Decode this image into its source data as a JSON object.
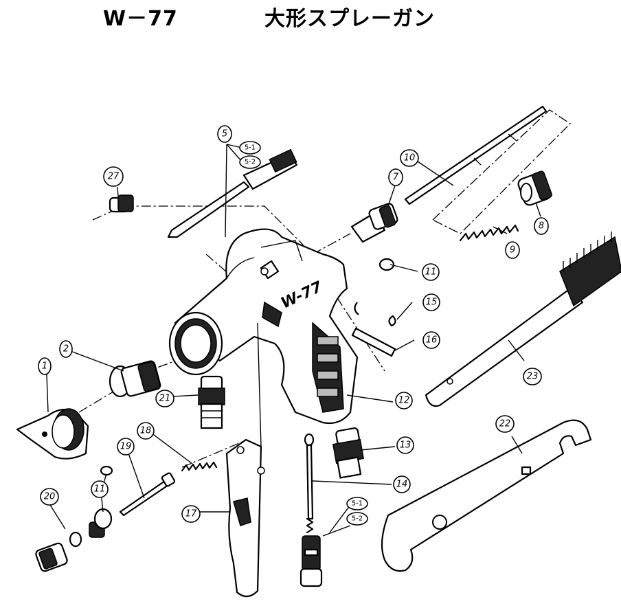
{
  "header": {
    "model": "W－77",
    "name": "大形スプレーガン"
  },
  "gun_marking": "W-77",
  "callouts": {
    "c1": "1",
    "c2": "2",
    "c5": "5",
    "c5_1a": "5-1",
    "c5_2a": "5-2",
    "c7": "7",
    "c8": "8",
    "c9": "9",
    "c10": "10",
    "c11a": "11",
    "c11b": "11",
    "c12": "12",
    "c13": "13",
    "c14": "14",
    "c15": "15",
    "c16": "16",
    "c17": "17",
    "c18": "18",
    "c19": "19",
    "c20": "20",
    "c21": "21",
    "c22": "22",
    "c23": "23",
    "c27": "27",
    "c5_1b": "5-1",
    "c5_2b": "5-2"
  }
}
